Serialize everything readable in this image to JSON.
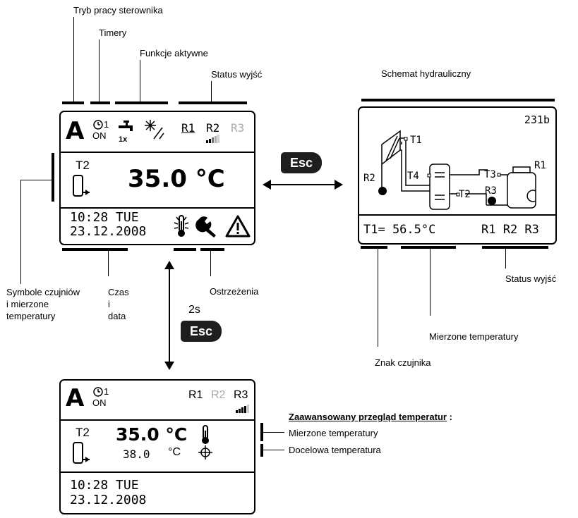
{
  "labels": {
    "tryb": "Tryb pracy sterownika",
    "timery": "Timery",
    "funkcje": "Funkcje aktywne",
    "status_top": "Status wyjść",
    "schemat": "Schemat hydrauliczny",
    "symbole_1": "Symbole czujniów",
    "symbole_2": "i mierzone",
    "symbole_3": "temperatury",
    "czas_1": "Czas",
    "czas_2": "i",
    "czas_3": "data",
    "ostrzezenia": "Ostrzeżenia",
    "status_right": "Status wyjść",
    "mierzone_right": "Mierzone temperatury",
    "znak": "Znak czujnika",
    "zaawansowany": "Zaawansowany przegląd temperatur",
    "zaawansowany_suffix": " :",
    "mierzone_bottom": "Mierzone temperatury",
    "docelowa": "Docelowa temperatura"
  },
  "esc": {
    "key": "Esc",
    "hold": "2s"
  },
  "screen_main": {
    "mode": "A",
    "timer_num": "1",
    "timer_state": "ON",
    "tap_label": "1x",
    "r1": "R1",
    "r2": "R2",
    "r3": "R3",
    "sensor": "T2",
    "temperature": "35.0 °C",
    "time": "10:28 TUE",
    "date": "23.12.2008"
  },
  "screen_hydraulic": {
    "code": "231b",
    "t1": "T1",
    "t2": "T2",
    "t3": "T3",
    "t4": "T4",
    "r1": "R1",
    "r2": "R2",
    "r3": "R3",
    "reading": "T1= 56.5°C",
    "outputs": "R1 R2 R3"
  },
  "screen_advanced": {
    "mode": "A",
    "timer_num": "1",
    "timer_state": "ON",
    "r1": "R1",
    "r2": "R2",
    "r3": "R3",
    "sensor": "T2",
    "temperature": "35.0 °C",
    "target": "38.0",
    "target_unit": "°C",
    "time": "10:28 TUE",
    "date": "23.12.2008"
  },
  "colors": {
    "ink": "#000000",
    "inactive": "#aaaaaa",
    "esc_bg": "#1e1e1e"
  },
  "icons": [
    "clock-icon",
    "tap-icon",
    "snowflake-icon",
    "thermometer-icon",
    "wrench-icon",
    "warning-icon",
    "signal-bars-icon",
    "tank-icon",
    "collector-icon",
    "pump-icon",
    "valve-icon",
    "target-icon"
  ]
}
